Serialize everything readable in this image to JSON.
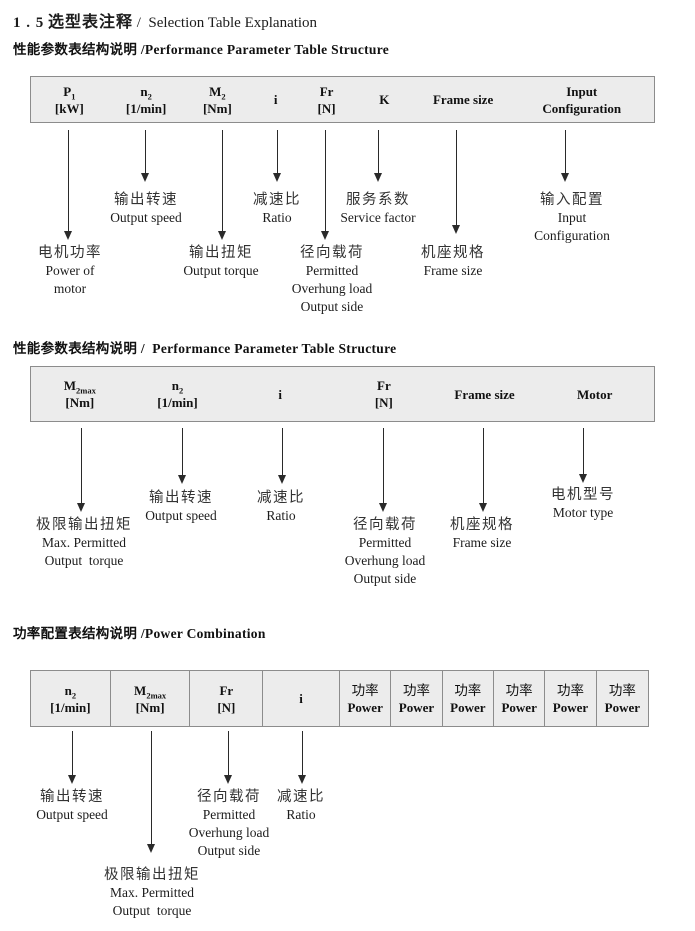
{
  "title": {
    "num": "1 . 5",
    "zh": "选型表注释",
    "en": "/  Selection Table Explanation"
  },
  "sections": [
    {
      "heading": "性能参数表结构说明 /Performance Parameter Table Structure",
      "table": {
        "columns": [
          {
            "t": "P",
            "sub": "1",
            "b": "[kW]"
          },
          {
            "t": "n",
            "sub": "2",
            "b": "[1/min]"
          },
          {
            "t": "M",
            "sub": "2",
            "b": "[Nm]"
          },
          {
            "t": "i"
          },
          {
            "t": "Fr",
            "b": "[N]"
          },
          {
            "t": "K"
          },
          {
            "t": "Frame size"
          },
          {
            "t": "Input",
            "b": "Configuration"
          }
        ]
      },
      "labels": [
        {
          "name": "power-of-motor",
          "lines": [
            "电机功率",
            "Power of",
            "motor"
          ]
        },
        {
          "name": "output-speed",
          "lines": [
            "输出转速",
            "Output speed"
          ]
        },
        {
          "name": "output-torque",
          "lines": [
            "输出扭矩",
            "Output torque"
          ]
        },
        {
          "name": "ratio",
          "lines": [
            "减速比",
            "Ratio"
          ]
        },
        {
          "name": "overhung-load",
          "lines": [
            "径向载荷",
            "Permitted",
            "Overhung load",
            "Output side"
          ]
        },
        {
          "name": "service-factor",
          "lines": [
            "服务系数",
            "Service factor"
          ]
        },
        {
          "name": "frame-size",
          "lines": [
            "机座规格",
            "Frame size"
          ]
        },
        {
          "name": "input-configuration",
          "lines": [
            "输入配置",
            "Input",
            "Configuration"
          ]
        }
      ]
    },
    {
      "heading": "性能参数表结构说明 /  Performance Parameter Table Structure",
      "table": {
        "columns": [
          {
            "t": "M",
            "sub": "2max",
            "b": "[Nm]"
          },
          {
            "t": "n",
            "sub": "2",
            "b": "[1/min]"
          },
          {
            "t": "i"
          },
          {
            "t": "Fr",
            "b": "[N]"
          },
          {
            "t": "Frame size"
          },
          {
            "t": "Motor"
          }
        ]
      },
      "labels": [
        {
          "name": "max-output-torque",
          "lines": [
            "极限输出扭矩",
            "Max. Permitted",
            "Output  torque"
          ]
        },
        {
          "name": "output-speed",
          "lines": [
            "输出转速",
            "Output speed"
          ]
        },
        {
          "name": "ratio",
          "lines": [
            "减速比",
            "Ratio"
          ]
        },
        {
          "name": "overhung-load",
          "lines": [
            "径向载荷",
            "Permitted",
            "Overhung load",
            "Output side"
          ]
        },
        {
          "name": "frame-size",
          "lines": [
            "机座规格",
            "Frame size"
          ]
        },
        {
          "name": "motor-type",
          "lines": [
            "电机型号",
            "Motor type"
          ]
        }
      ]
    },
    {
      "heading": "功率配置表结构说明 /Power Combination",
      "table": {
        "columns": [
          {
            "t": "n",
            "sub": "2",
            "b": "[1/min]"
          },
          {
            "t": "M",
            "sub": "2max",
            "b": "[Nm]"
          },
          {
            "t": "Fr",
            "b": "[N]"
          },
          {
            "t": "i"
          },
          {
            "t": "功率",
            "b": "Power"
          },
          {
            "t": "功率",
            "b": "Power"
          },
          {
            "t": "功率",
            "b": "Power"
          },
          {
            "t": "功率",
            "b": "Power"
          },
          {
            "t": "功率",
            "b": "Power"
          },
          {
            "t": "功率",
            "b": "Power"
          }
        ]
      },
      "labels": [
        {
          "name": "output-speed",
          "lines": [
            "输出转速",
            "Output speed"
          ]
        },
        {
          "name": "max-output-torque",
          "lines": [
            "极限输出扭矩",
            "Max. Permitted",
            "Output  torque"
          ]
        },
        {
          "name": "overhung-load",
          "lines": [
            "径向载荷",
            "Permitted",
            "Overhung load",
            "Output side"
          ]
        },
        {
          "name": "ratio",
          "lines": [
            "减速比",
            "Ratio"
          ]
        }
      ]
    }
  ]
}
